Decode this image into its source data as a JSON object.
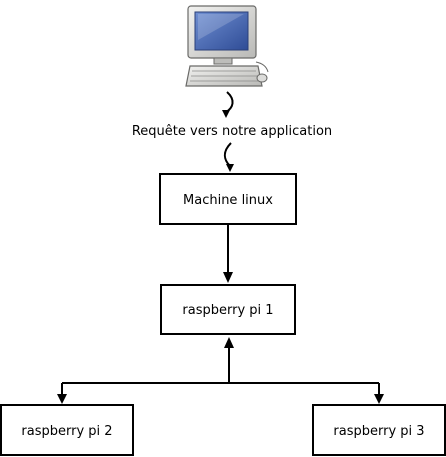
{
  "computer": {
    "icon": "desktop-computer-icon"
  },
  "request_label": "Requête vers notre application",
  "nodes": {
    "linux": {
      "label": "Machine linux"
    },
    "pi1": {
      "label": "raspberry pi 1"
    },
    "pi2": {
      "label": "raspberry pi 2"
    },
    "pi3": {
      "label": "raspberry pi 3"
    }
  },
  "colors": {
    "stroke": "#000000",
    "screen": "#3f5fa8",
    "monitor_body": "#d8d8d6",
    "keyboard": "#e6e6e4"
  }
}
